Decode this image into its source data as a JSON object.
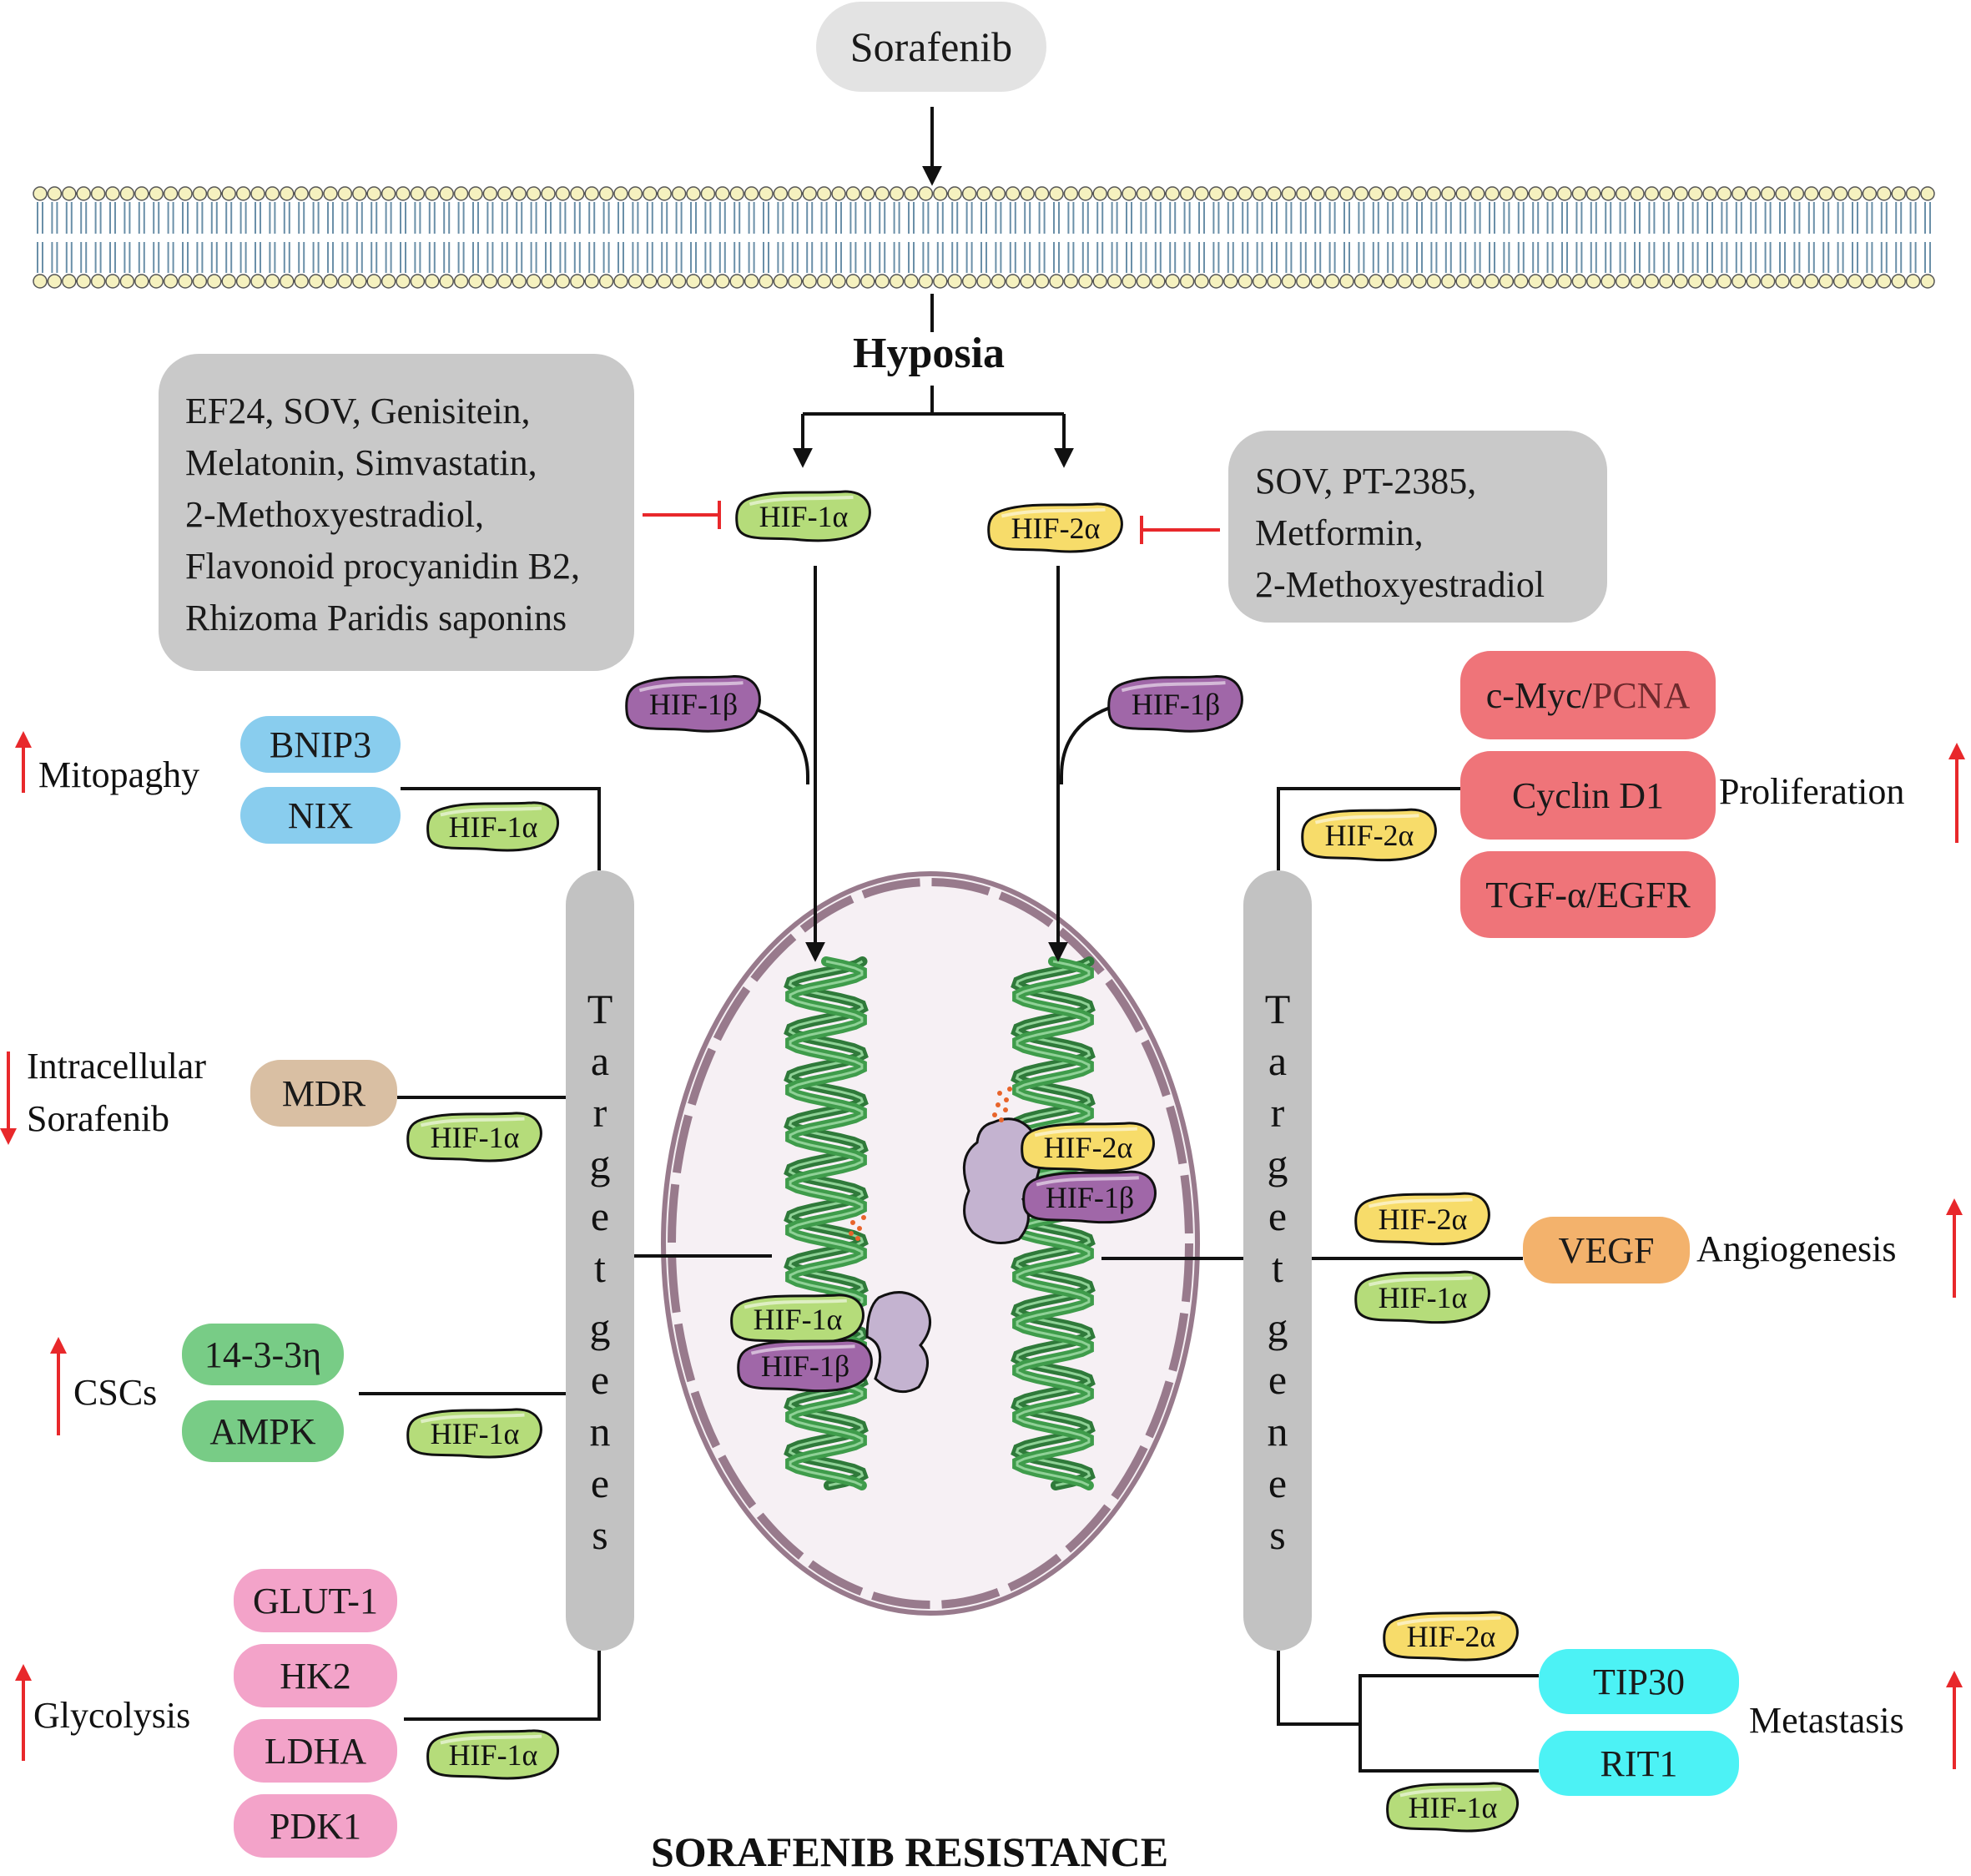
{
  "top": {
    "drug": "Sorafenib",
    "hypoxia": "Hyposia",
    "footer": "SORAFENIB RESISTANCE"
  },
  "inhibitors_hif1": [
    "EF24, SOV, Genisitein,",
    "Melatonin, Simvastatin,",
    "2-Methoxyestradiol,",
    "Flavonoid procyanidin B2,",
    "Rhizoma Paridis saponins"
  ],
  "inhibitors_hif2": [
    "SOV, PT-2385,",
    "Metformin,",
    "2-Methoxyestradiol"
  ],
  "factors": {
    "hif1a": "HIF-1α",
    "hif2a": "HIF-2α",
    "hif1b": "HIF-1β"
  },
  "target_genes": "Target genes",
  "left": {
    "mitophagy": {
      "label": "Mitopaghy",
      "genes": [
        "BNIP3",
        "NIX"
      ]
    },
    "intracellular": {
      "label_line1": "Intracellular",
      "label_line2": "Sorafenib",
      "gene": "MDR"
    },
    "cscs": {
      "label": "CSCs",
      "genes": [
        "14-3-3η",
        "AMPK"
      ]
    },
    "glycolysis": {
      "label": "Glycolysis",
      "genes": [
        "GLUT-1",
        "HK2",
        "LDHA",
        "PDK1"
      ]
    }
  },
  "right": {
    "proliferation": {
      "label": "Proliferation",
      "gene1_a": "c-Myc/",
      "gene1_b": "PCNA",
      "genes": [
        "Cyclin D1",
        "TGF-α/EGFR"
      ]
    },
    "angiogenesis": {
      "label": "Angiogenesis",
      "gene": "VEGF"
    },
    "metastasis": {
      "label": "Metastasis",
      "genes": [
        "TIP30",
        "RIT1"
      ]
    }
  },
  "colors": {
    "hif1a_fill": "#b5dc7a",
    "hif2a_fill": "#f7dc6a",
    "hif1b_fill": "#a067a8",
    "inhibit": "#e8282b",
    "up_down_arrow": "#e8282b",
    "blue_pill": "#89cdee",
    "tan_pill": "#d9bfa3",
    "green_pill": "#78cc86",
    "pink_pill": "#f3a3c9",
    "red_pill": "#ef7479",
    "orange_pill": "#f3b26c",
    "cyan_pill": "#4cf2f5",
    "grey_box": "#c9c9c9",
    "nucleus_fill": "#f6f0f4",
    "nucleus_stroke": "#987a8c",
    "dna": "#3f9c4b"
  }
}
